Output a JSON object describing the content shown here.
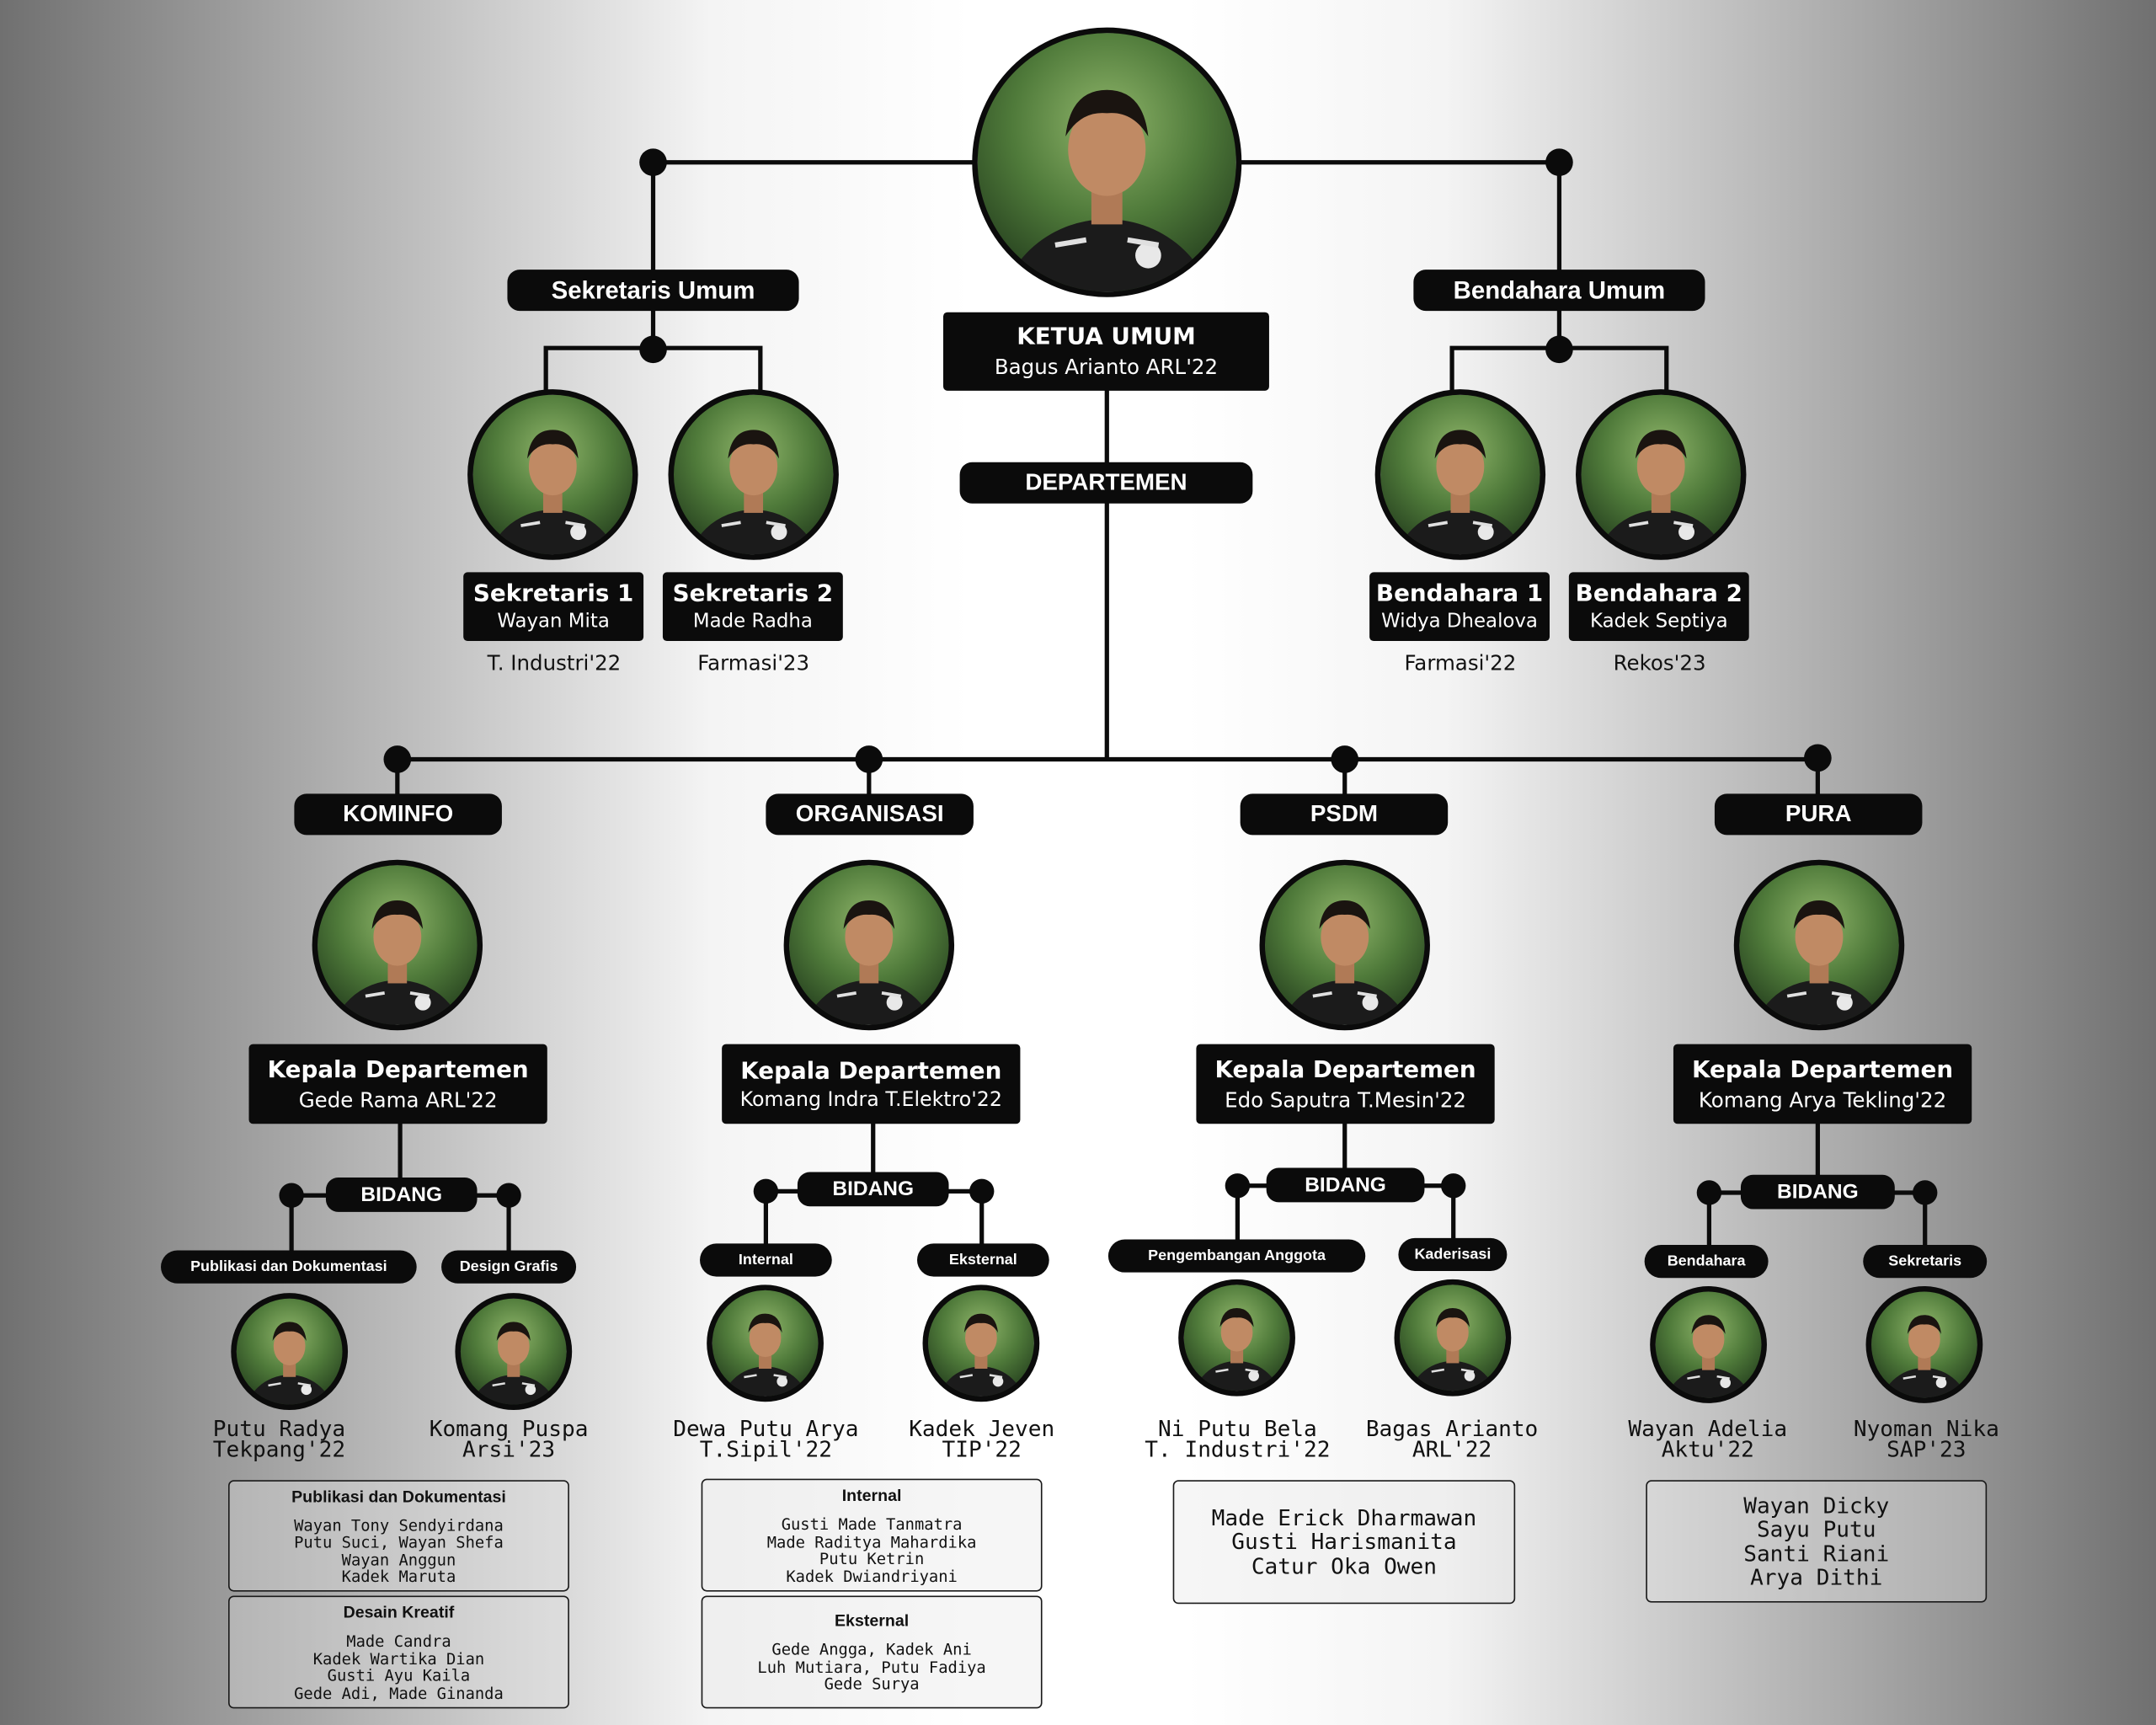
{
  "colors": {
    "ink": "#0b0b0b",
    "text_on_dark": "#ffffff"
  },
  "top": {
    "ketua": {
      "title": "KETUA UMUM",
      "name": "Bagus Arianto ARL'22"
    },
    "sekretaris_umum": "Sekretaris Umum",
    "bendahara_umum": "Bendahara Umum",
    "departemen": "DEPARTEMEN",
    "sekretaris1": {
      "title": "Sekretaris 1",
      "name": "Wayan Mita",
      "prodi": "T. Industri'22"
    },
    "sekretaris2": {
      "title": "Sekretaris 2",
      "name": "Made Radha",
      "prodi": "Farmasi'23"
    },
    "bendahara1": {
      "title": "Bendahara 1",
      "name": "Widya Dhealova",
      "prodi": "Farmasi'22"
    },
    "bendahara2": {
      "title": "Bendahara 2",
      "name": "Kadek Septiya",
      "prodi": "Rekos'23"
    }
  },
  "departments": [
    {
      "name": "KOMINFO",
      "head": {
        "title": "Kepala Departemen",
        "name": "Gede Rama ARL'22"
      },
      "bidang_label": "BIDANG",
      "fields": [
        {
          "label": "Publikasi dan Dokumentasi",
          "person": "Putu Radya",
          "prodi": "Tekpang'22"
        },
        {
          "label": "Design Grafis",
          "person": "Komang Puspa",
          "prodi": "Arsi'23"
        }
      ],
      "lists": [
        {
          "title": "Publikasi dan Dokumentasi",
          "members": [
            "Wayan Tony Sendyirdana",
            "Putu Suci, Wayan Shefa",
            "Wayan Anggun",
            "Kadek Maruta"
          ]
        },
        {
          "title": "Desain Kreatif",
          "members": [
            "Made Candra",
            "Kadek Wartika Dian",
            "Gusti Ayu Kaila",
            "Gede Adi, Made Ginanda"
          ]
        }
      ]
    },
    {
      "name": "ORGANISASI",
      "head": {
        "title": "Kepala Departemen",
        "name": "Komang Indra T.Elektro'22"
      },
      "bidang_label": "BIDANG",
      "fields": [
        {
          "label": "Internal",
          "person": "Dewa Putu Arya",
          "prodi": "T.Sipil'22"
        },
        {
          "label": "Eksternal",
          "person": "Kadek Jeven",
          "prodi": "TIP'22"
        }
      ],
      "lists": [
        {
          "title": "Internal",
          "members": [
            "Gusti Made Tanmatra",
            "Made Raditya Mahardika",
            "Putu Ketrin",
            "Kadek Dwiandriyani"
          ]
        },
        {
          "title": "Eksternal",
          "members": [
            "Gede Angga, Kadek Ani",
            "Luh Mutiara, Putu Fadiya",
            "Gede Surya"
          ]
        }
      ]
    },
    {
      "name": "PSDM",
      "head": {
        "title": "Kepala Departemen",
        "name": "Edo Saputra T.Mesin'22"
      },
      "bidang_label": "BIDANG",
      "fields": [
        {
          "label": "Pengembangan Anggota",
          "person": "Ni Putu Bela",
          "prodi": "T. Industri'22"
        },
        {
          "label": "Kaderisasi",
          "person": "Bagas Arianto",
          "prodi": "ARL'22"
        }
      ],
      "lists": [
        {
          "title": "",
          "members": [
            "Made Erick Dharmawan",
            "Gusti Harismanita",
            "Catur Oka Owen"
          ]
        }
      ]
    },
    {
      "name": "PURA",
      "head": {
        "title": "Kepala Departemen",
        "name": "Komang Arya Tekling'22"
      },
      "bidang_label": "BIDANG",
      "fields": [
        {
          "label": "Bendahara",
          "person": "Wayan Adelia",
          "prodi": "Aktu'22"
        },
        {
          "label": "Sekretaris",
          "person": "Nyoman Nika",
          "prodi": "SAP'23"
        }
      ],
      "lists": [
        {
          "title": "",
          "members": [
            "Wayan Dicky",
            "Sayu Putu",
            "Santi Riani",
            "Arya Dithi"
          ]
        }
      ]
    }
  ]
}
